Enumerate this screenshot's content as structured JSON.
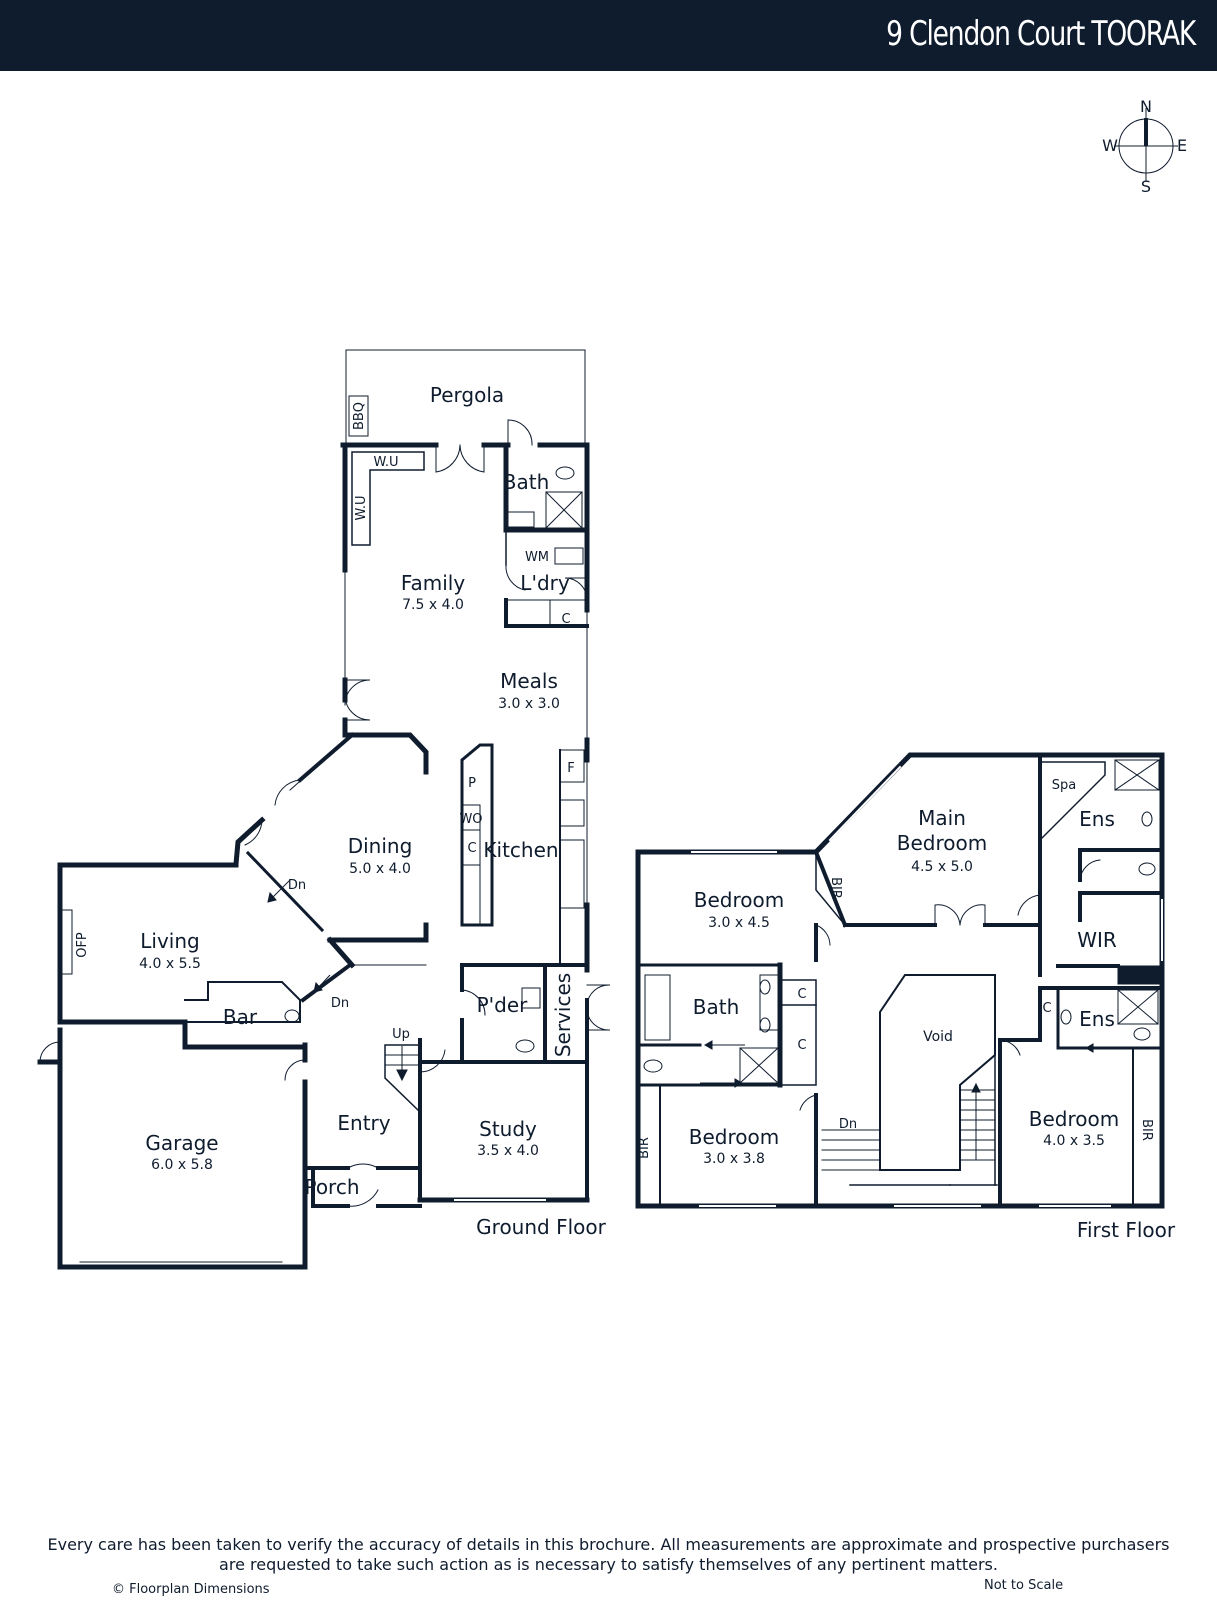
{
  "header": {
    "title": "9 Clendon Court TOORAK",
    "background": "#0f1c2e"
  },
  "compass": {
    "n": "N",
    "e": "E",
    "s": "S",
    "w": "W"
  },
  "ground_floor": {
    "label": "Ground Floor",
    "rooms": {
      "pergola": "Pergola",
      "bbq": "BBQ",
      "wu_top": "W.U",
      "wu_side": "W.U",
      "bath": "Bath",
      "wm": "WM",
      "laundry": "L'dry",
      "laundry_c": "C",
      "family": {
        "name": "Family",
        "dim": "7.5 x 4.0"
      },
      "meals": {
        "name": "Meals",
        "dim": "3.0 x 3.0"
      },
      "dining": {
        "name": "Dining",
        "dim": "5.0 x 4.0"
      },
      "kitchen": "Kitchen",
      "pantry_p": "P",
      "pantry_wo": "WO",
      "pantry_c": "C",
      "fridge": "F",
      "living": {
        "name": "Living",
        "dim": "4.0 x 5.5"
      },
      "ofp": "OFP",
      "bar": "Bar",
      "dn_dining": "Dn",
      "dn_living": "Dn",
      "powder": "P'der",
      "services": "Services",
      "up": "Up",
      "entry": "Entry",
      "study": {
        "name": "Study",
        "dim": "3.5 x 4.0"
      },
      "garage": {
        "name": "Garage",
        "dim": "6.0 x 5.8"
      },
      "porch": "Porch"
    }
  },
  "first_floor": {
    "label": "First Floor",
    "rooms": {
      "main_bedroom": {
        "name1": "Main",
        "name2": "Bedroom",
        "dim": "4.5 x 5.0"
      },
      "spa": "Spa",
      "ens_main": "Ens",
      "wir": "WIR",
      "bir_main": "BIR",
      "bedroom_a": {
        "name": "Bedroom",
        "dim": "3.0 x 4.5"
      },
      "bath": "Bath",
      "c1": "C",
      "c2": "C",
      "bedroom_b": {
        "name": "Bedroom",
        "dim": "3.0 x 3.8"
      },
      "bir_b": "BIR",
      "void": "Void",
      "dn": "Dn",
      "c_ens": "C",
      "ens_2": "Ens",
      "bedroom_c": {
        "name": "Bedroom",
        "dim": "4.0 x 3.5"
      },
      "bir_c": "BIR"
    }
  },
  "footer": {
    "disclaimer_line1": "Every care has been taken to verify the accuracy of details in this brochure. All measurements are approximate and prospective purchasers",
    "disclaimer_line2": "are requested to take such action as is necessary to satisfy themselves of any pertinent matters.",
    "copyright": "© Floorplan Dimensions",
    "scale_note": "Not to Scale"
  }
}
